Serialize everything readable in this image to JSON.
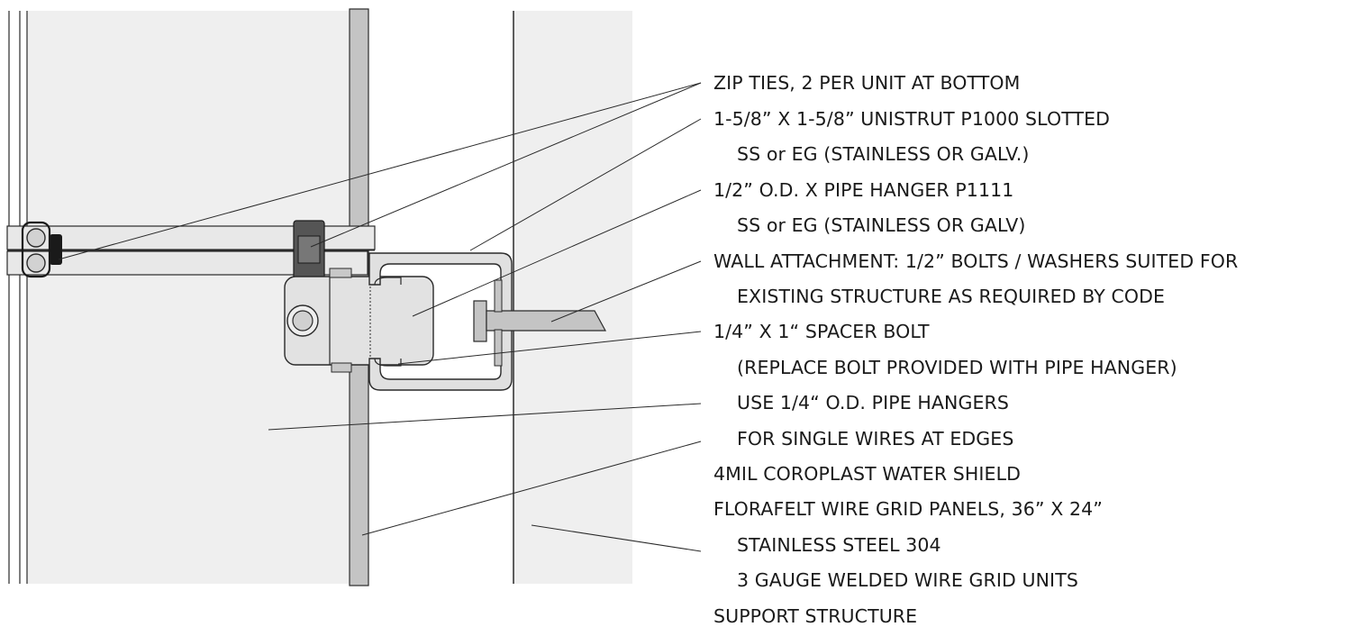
{
  "callouts": {
    "zip_ties": "ZIP TIES, 2 PER UNIT AT BOTTOM",
    "unistrut_line1": "1-5/8” X 1-5/8” UNISTRUT P1000 SLOTTED",
    "unistrut_line2": "SS or EG (STAINLESS OR GALV.)",
    "hanger_line1": "1/2” O.D. X PIPE HANGER P1111",
    "hanger_line2": "SS or EG (STAINLESS OR GALV)",
    "wall_line1": "WALL ATTACHMENT: 1/2” BOLTS / WASHERS SUITED FOR",
    "wall_line2": "EXISTING STRUCTURE AS REQUIRED BY CODE",
    "spacer_line1": "1/4” X 1“ SPACER BOLT",
    "spacer_line2": "(REPLACE BOLT PROVIDED WITH PIPE HANGER)",
    "edge_line1": "USE 1/4“ O.D. PIPE HANGERS",
    "edge_line2": "FOR SINGLE WIRES AT EDGES",
    "coroplast": "4MIL COROPLAST WATER SHIELD",
    "florafelt_line1": "FLORAFELT WIRE GRID PANELS, 36” X 24”",
    "florafelt_line2": "STAINLESS STEEL 304",
    "florafelt_line3": "3 GAUGE WELDED WIRE GRID UNITS",
    "support": "SUPPORT STRUCTURE"
  },
  "colors": {
    "panel_fill": "#efefef",
    "strut_fill": "#c4c4c4",
    "hanger_fill": "#e2e2e2",
    "line": "#2a2a2a",
    "zip_tie": "#555555"
  }
}
